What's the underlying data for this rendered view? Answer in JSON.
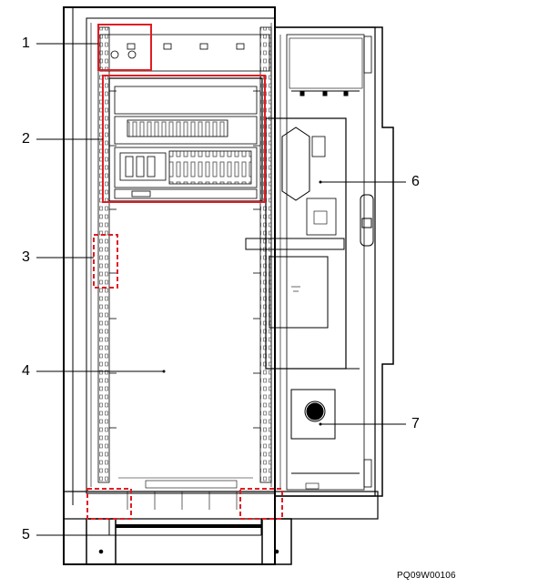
{
  "figure_code": "PQ09W00106",
  "callouts": [
    {
      "id": "1",
      "label": "1"
    },
    {
      "id": "2",
      "label": "2"
    },
    {
      "id": "3",
      "label": "3"
    },
    {
      "id": "4",
      "label": "4"
    },
    {
      "id": "5",
      "label": "5"
    },
    {
      "id": "6",
      "label": "6"
    },
    {
      "id": "7",
      "label": "7"
    }
  ],
  "colors": {
    "line": "#000000",
    "highlight": "#e01c24",
    "detail": "#555555"
  }
}
